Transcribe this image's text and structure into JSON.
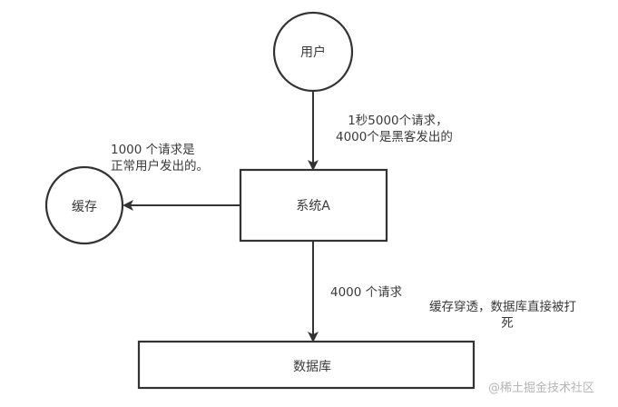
{
  "diagram": {
    "nodes": {
      "user": {
        "label": "用户",
        "shape": "circle"
      },
      "system_a": {
        "label": "系统A",
        "shape": "rectangle"
      },
      "cache": {
        "label": "缓存",
        "shape": "circle"
      },
      "database": {
        "label": "数据库",
        "shape": "rectangle"
      }
    },
    "edges": [
      {
        "from": "user",
        "to": "system_a",
        "label_lines": [
          "1秒5000个请求，",
          "4000个是黑客发出的"
        ]
      },
      {
        "from": "system_a",
        "to": "cache",
        "label_lines": [
          "1000 个请求是",
          "正常用户发出的。"
        ]
      },
      {
        "from": "system_a",
        "to": "database",
        "label_lines": [
          "4000 个请求"
        ]
      }
    ],
    "annotation": {
      "lines": [
        "缓存穿透，数据库直接被打",
        "死"
      ]
    }
  },
  "watermark": "@稀土掘金技术社区",
  "colors": {
    "stroke": "#333333",
    "text": "#3a3a3a",
    "watermark": "#b5b5b5",
    "background": "#ffffff"
  }
}
